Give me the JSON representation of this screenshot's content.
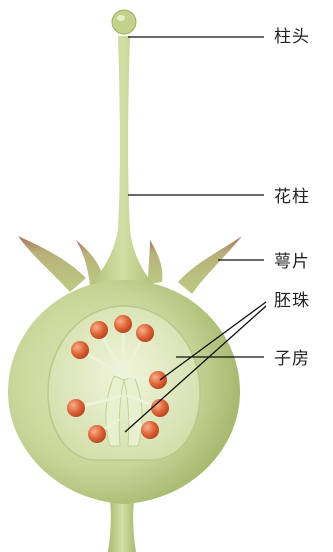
{
  "labels": {
    "stigma": "柱头",
    "style": "花柱",
    "sepal": "萼片",
    "ovule": "胚珠",
    "ovary": "子房"
  },
  "colors": {
    "tissue": "#c9d69a",
    "tissue_dark": "#a8ba6e",
    "inner_cavity": "#e4ecc6",
    "sepal_tip": "#b07a6a",
    "ovule": "#e0663a",
    "ovule_highlight": "#f6a57f",
    "leader_line": "#111111"
  }
}
